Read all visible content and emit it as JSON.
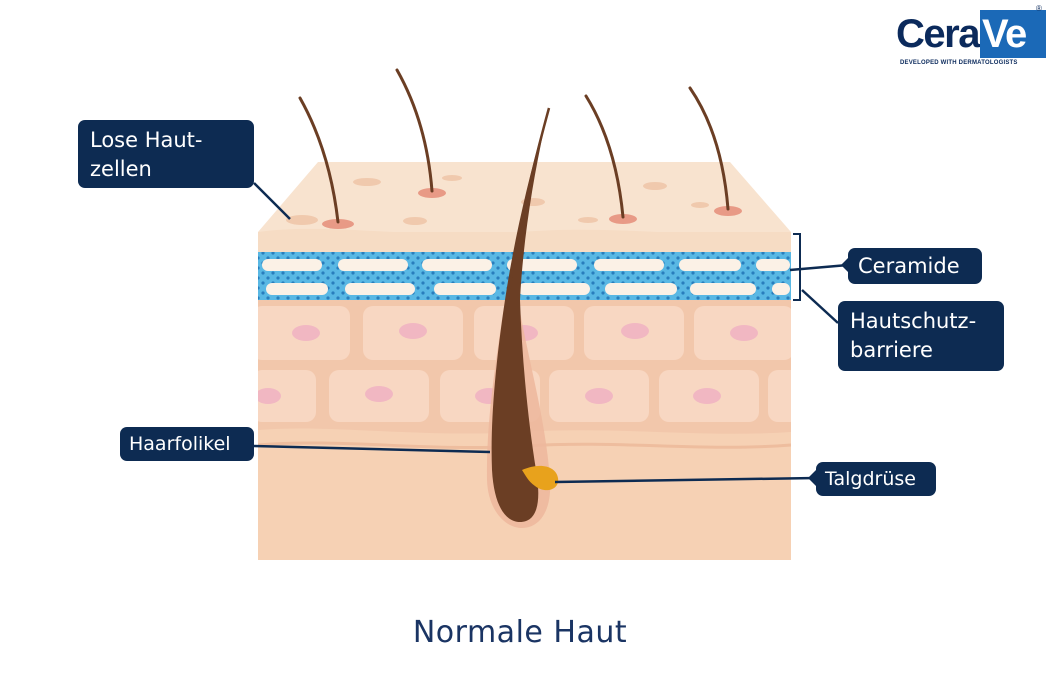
{
  "logo": {
    "brand_part1": "Cera",
    "brand_part2": "Ve",
    "registered": "®",
    "tagline": "DEVELOPED WITH DERMATOLOGISTS",
    "colors": {
      "navy": "#0b2a5c",
      "blue": "#1b69b7"
    }
  },
  "labels": {
    "loose_cells_line1": "Lose Haut-",
    "loose_cells_line2": "zellen",
    "ceramide": "Ceramide",
    "barrier_line1": "Hautschutz-",
    "barrier_line2": "barriere",
    "follicle": "Haarfolikel",
    "sebaceous": "Talgdrüse"
  },
  "caption": "Normale Haut",
  "colors": {
    "label_bg": "#0d2b52",
    "skin_top": "#f6dcc4",
    "ceramide_layer": "#59b8e4",
    "cell_fill": "#f7c9ad",
    "hair": "#6b3e24",
    "gland": "#e8a21c"
  }
}
